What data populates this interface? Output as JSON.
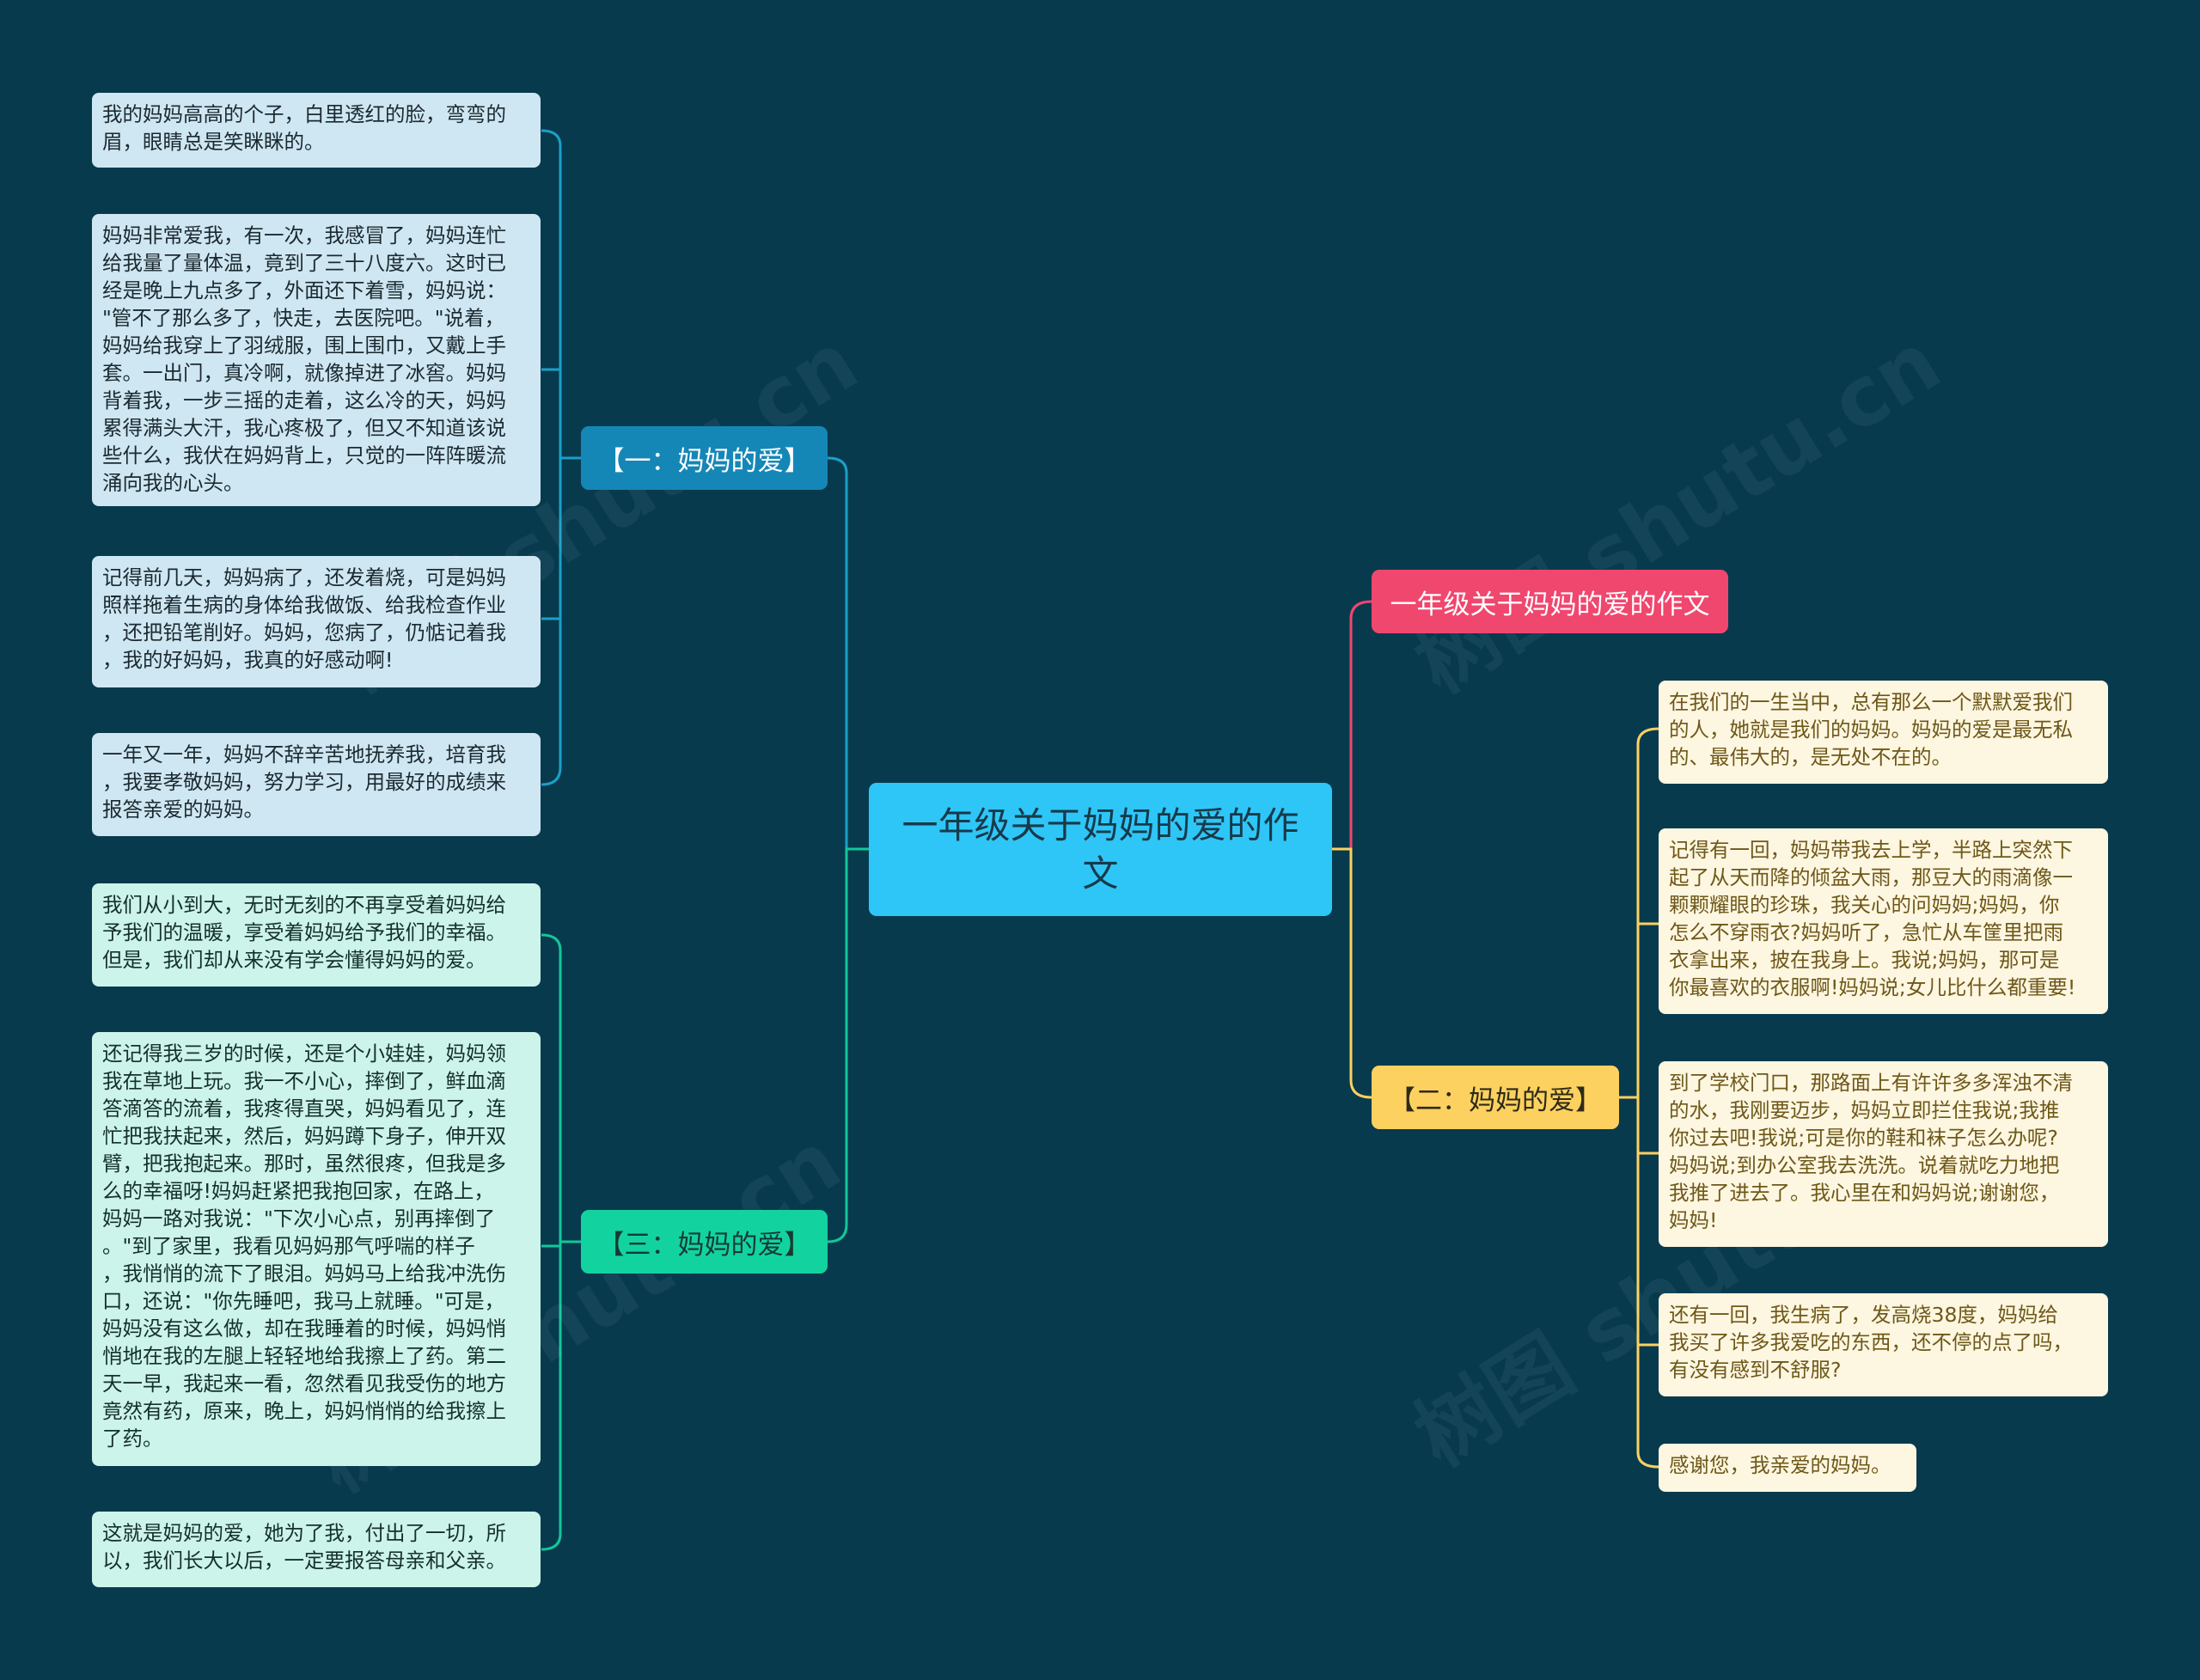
{
  "central": {
    "title": "一年级关于妈妈的爱的作文"
  },
  "colors": {
    "background": "#083a4e",
    "central": "#2ec6f7",
    "branch_title": "#f0476f",
    "branch_one": "#1587b7",
    "branch_two": "#fcd15f",
    "branch_three": "#12d3a0"
  },
  "branches": {
    "title_branch": {
      "label": "一年级关于妈妈的爱的作文"
    },
    "one": {
      "label": "【一：妈妈的爱】",
      "leaves": [
        "我的妈妈高高的个子，白里透红的脸，弯弯的\n眉，眼睛总是笑眯眯的。",
        "妈妈非常爱我，有一次，我感冒了，妈妈连忙\n给我量了量体温，竟到了三十八度六。这时已\n经是晚上九点多了，外面还下着雪，妈妈说：\n\"管不了那么多了，快走，去医院吧。\"说着，\n妈妈给我穿上了羽绒服，围上围巾，又戴上手\n套。一出门，真冷啊，就像掉进了冰窖。妈妈\n背着我，一步三摇的走着，这么冷的天，妈妈\n累得满头大汗，我心疼极了，但又不知道该说\n些什么，我伏在妈妈背上，只觉的一阵阵暖流\n涌向我的心头。",
        "记得前几天，妈妈病了，还发着烧，可是妈妈\n照样拖着生病的身体给我做饭、给我检查作业\n，还把铅笔削好。妈妈，您病了，仍惦记着我\n，我的好妈妈，我真的好感动啊!",
        "一年又一年，妈妈不辞辛苦地抚养我，培育我\n，我要孝敬妈妈，努力学习，用最好的成绩来\n报答亲爱的妈妈。"
      ]
    },
    "two": {
      "label": "【二：妈妈的爱】",
      "leaves": [
        "在我们的一生当中，总有那么一个默默爱我们\n的人，她就是我们的妈妈。妈妈的爱是最无私\n的、最伟大的，是无处不在的。",
        "记得有一回，妈妈带我去上学，半路上突然下\n起了从天而降的倾盆大雨，那豆大的雨滴像一\n颗颗耀眼的珍珠，我关心的问妈妈;妈妈，你\n怎么不穿雨衣?妈妈听了，急忙从车筐里把雨\n衣拿出来，披在我身上。我说;妈妈，那可是\n你最喜欢的衣服啊!妈妈说;女儿比什么都重要!",
        "到了学校门口，那路面上有许许多多浑浊不清\n的水，我刚要迈步，妈妈立即拦住我说;我推\n你过去吧!我说;可是你的鞋和袜子怎么办呢?\n妈妈说;到办公室我去洗洗。说着就吃力地把\n我推了进去了。我心里在和妈妈说;谢谢您，\n妈妈!",
        "还有一回，我生病了，发高烧38度，妈妈给\n我买了许多我爱吃的东西，还不停的点了吗，\n有没有感到不舒服?",
        "感谢您，我亲爱的妈妈。"
      ]
    },
    "three": {
      "label": "【三：妈妈的爱】",
      "leaves": [
        "我们从小到大，无时无刻的不再享受着妈妈给\n予我们的温暖，享受着妈妈给予我们的幸福。\n但是，我们却从来没有学会懂得妈妈的爱。",
        "还记得我三岁的时候，还是个小娃娃，妈妈领\n我在草地上玩。我一不小心，摔倒了，鲜血滴\n答滴答的流着，我疼得直哭，妈妈看见了，连\n忙把我扶起来，然后，妈妈蹲下身子，伸开双\n臂，把我抱起来。那时，虽然很疼，但我是多\n么的幸福呀!妈妈赶紧把我抱回家，在路上，\n妈妈一路对我说：\"下次小心点，别再摔倒了\n。\"到了家里，我看见妈妈那气呼喘的样子\n，我悄悄的流下了眼泪。妈妈马上给我冲洗伤\n口，还说：\"你先睡吧，我马上就睡。\"可是，\n妈妈没有这么做，却在我睡着的时候，妈妈悄\n悄地在我的左腿上轻轻地给我擦上了药。第二\n天一早，我起来一看，忽然看见我受伤的地方\n竟然有药，原来，晚上，妈妈悄悄的给我擦上\n了药。",
        "这就是妈妈的爱，她为了我，付出了一切，所\n以，我们长大以后，一定要报答母亲和父亲。"
      ]
    }
  }
}
